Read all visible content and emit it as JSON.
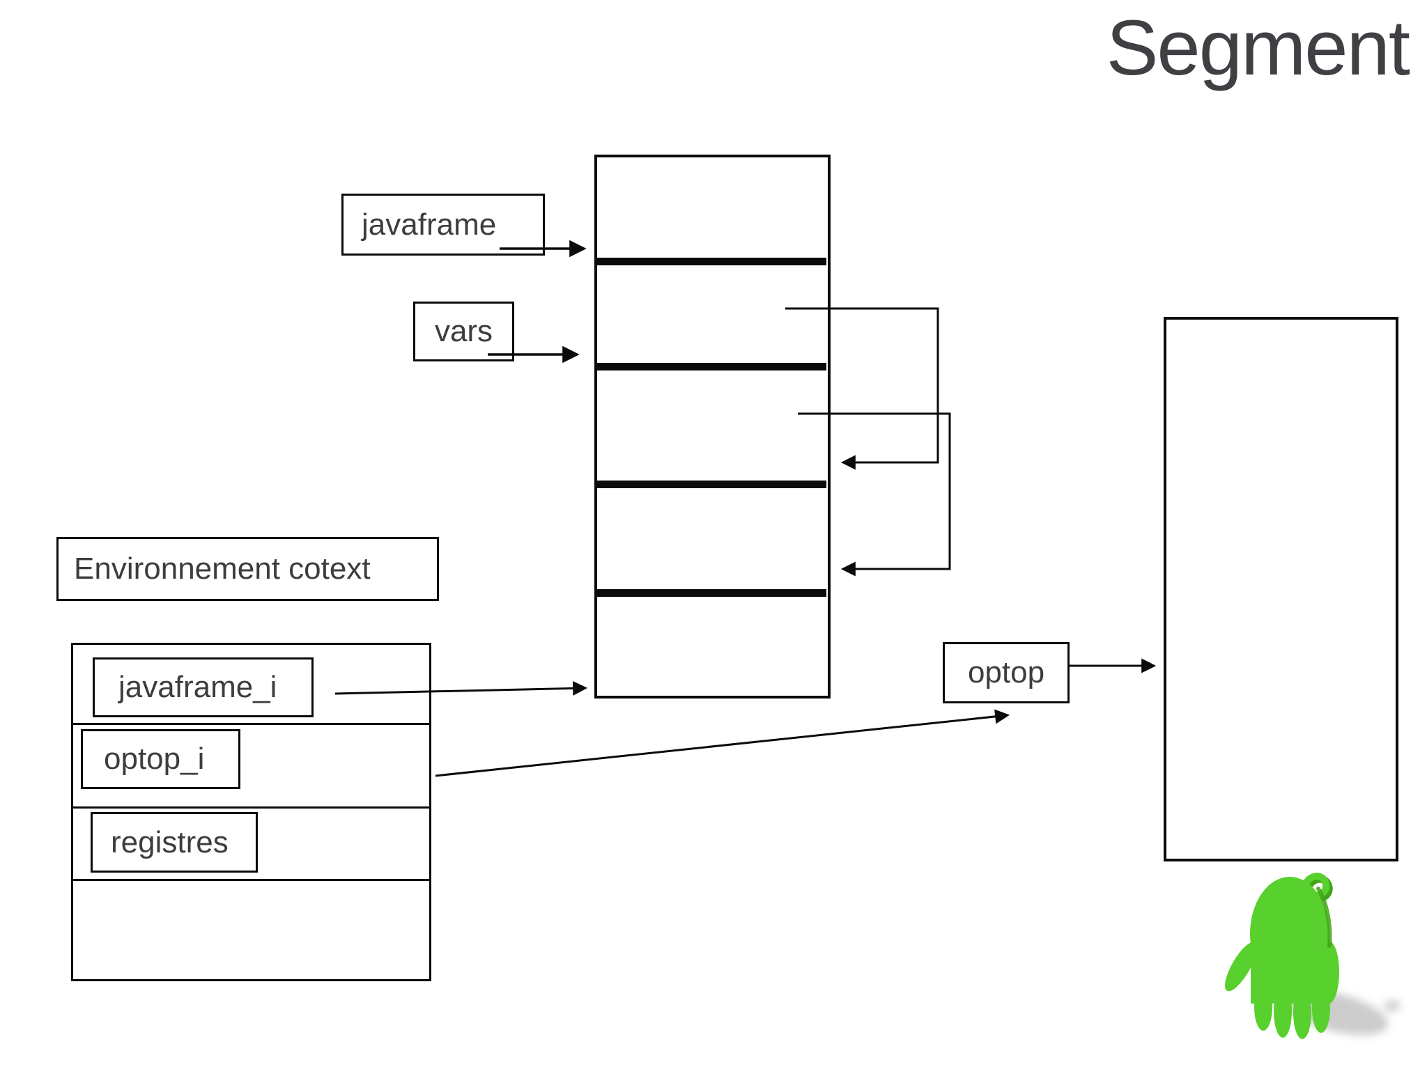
{
  "slide": {
    "title": "Segment"
  },
  "colors": {
    "text": "#3d3d3d",
    "line": "#0b0b0b",
    "hand_green": "#58d02d",
    "hand_green_dark": "#41a417",
    "shadow_gray": "#9a9a9a"
  },
  "boxes": {
    "javaframe": {
      "label": "javaframe"
    },
    "vars": {
      "label": "vars"
    },
    "environment": {
      "label": "Environnement cotext"
    },
    "optop": {
      "label": "optop"
    },
    "frame": {
      "rows": [
        {
          "label": "javaframe_i"
        },
        {
          "label": "optop_i"
        },
        {
          "label": "registres"
        },
        {
          "label": ""
        }
      ]
    }
  },
  "icons": {
    "hand": "green-hand-mascot"
  }
}
